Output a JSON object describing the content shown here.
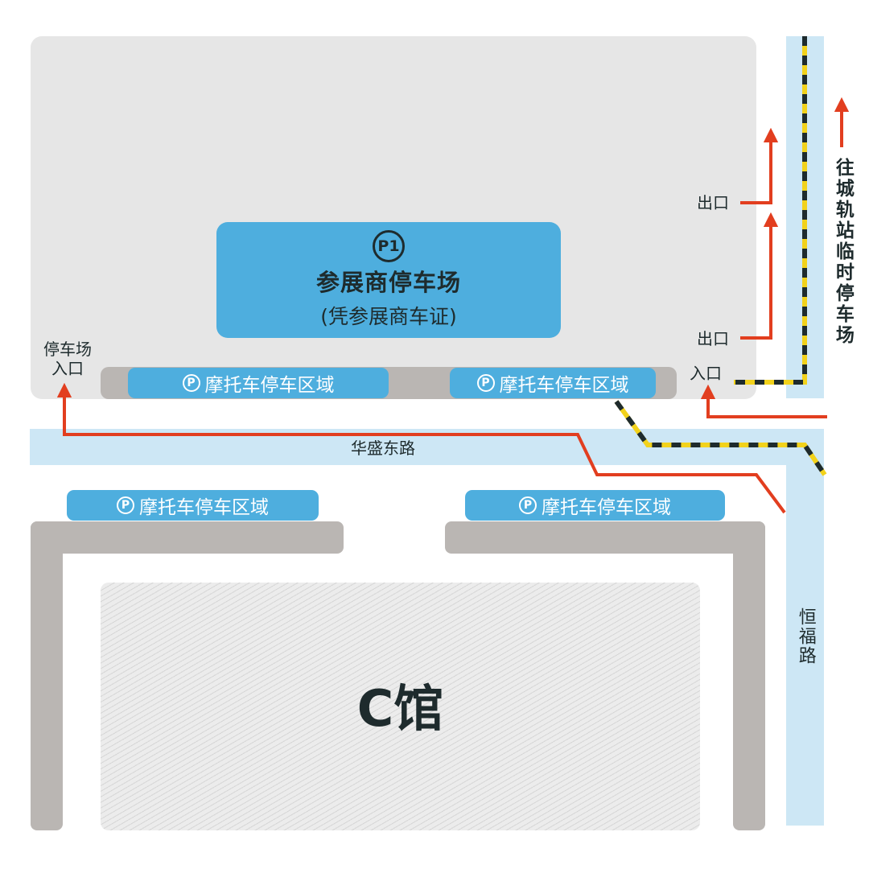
{
  "p1": {
    "badge": "P1",
    "title": "参展商停车场",
    "subtitle": "(凭参展商车证)"
  },
  "moto_zone": {
    "icon_letter": "P",
    "label": "摩托车停车区域"
  },
  "roads": {
    "huasheng": "华盛东路",
    "hengfu": "恒福路"
  },
  "hall": {
    "label": "C馆"
  },
  "labels": {
    "lot_entrance": "停车场入口",
    "exit_upper": "出口",
    "exit_lower": "出口",
    "entrance_right": "入口",
    "to_metro": "往城轨站临时停车场"
  },
  "colors": {
    "route": "#e23e1f",
    "road": "#cde7f5",
    "zone": "#4eaede",
    "lot": "#e6e6e6",
    "wall": "#bab6b3",
    "dashed_yellow": "#f2d21b",
    "dashed_dark": "#1e2b2d"
  }
}
